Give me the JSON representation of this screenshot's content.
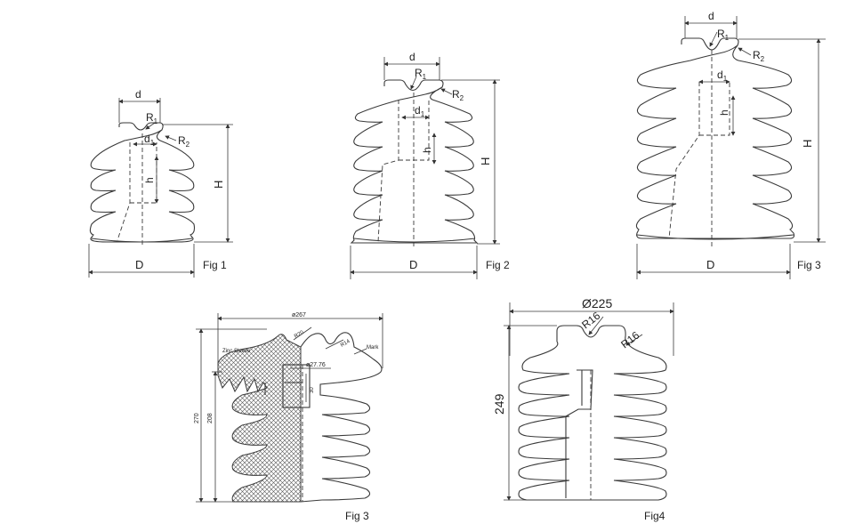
{
  "figures": {
    "fig1": {
      "caption": "Fig 1",
      "labels": {
        "d": "d",
        "r1": "R",
        "r1_sub": "1",
        "r2": "R",
        "r2_sub": "2",
        "d1": "d",
        "d1_sub": "1",
        "h": "h",
        "H": "H",
        "D": "D"
      }
    },
    "fig2": {
      "caption": "Fig 2",
      "labels": {
        "d": "d",
        "r1": "R",
        "r1_sub": "1",
        "r2": "R",
        "r2_sub": "2",
        "d1": "d",
        "d1_sub": "1",
        "h": "h",
        "H": "H",
        "D": "D"
      }
    },
    "fig3a": {
      "caption": "Fig 3",
      "labels": {
        "d": "d",
        "r1": "R",
        "r1_sub": "1",
        "r2": "R",
        "r2_sub": "2",
        "d1": "d",
        "d1_sub": "1",
        "h": "h",
        "H": "H",
        "D": "D"
      }
    },
    "fig3b": {
      "caption": "Fig 3",
      "labels": {
        "dia": "ø267",
        "r20": "R20",
        "r14": "R14",
        "mark": "Mark",
        "sleeve": "Zinc Sleeve",
        "bore": "ø27.76",
        "d30": "30",
        "h270": "270",
        "h208": "208"
      }
    },
    "fig4": {
      "caption": "Fig4",
      "labels": {
        "dia": "Ø225",
        "r16a": "R16",
        "r16b": "R16",
        "h249": "249"
      }
    }
  }
}
